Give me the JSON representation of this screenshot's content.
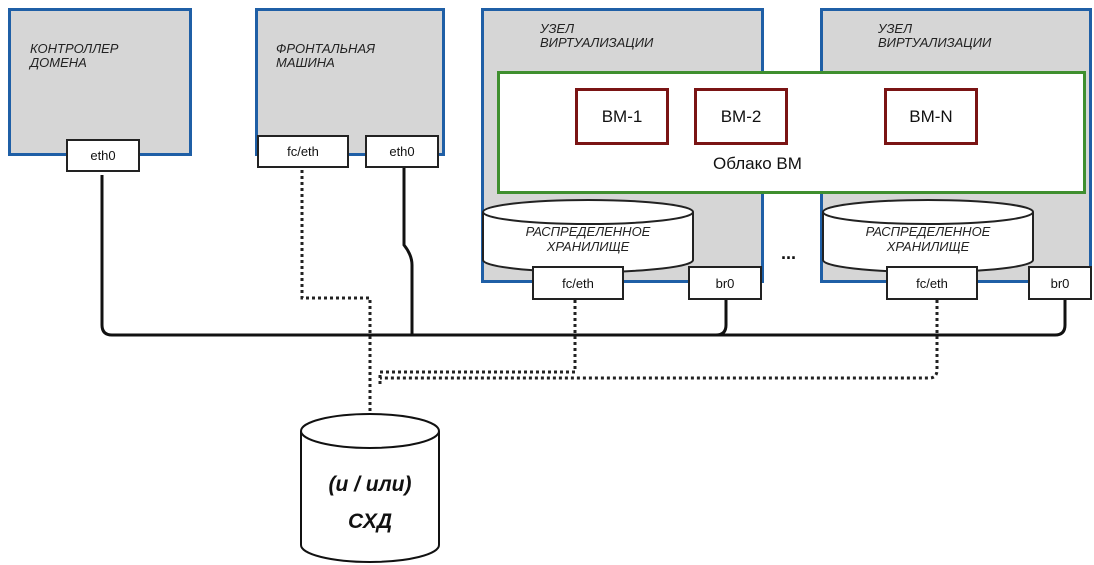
{
  "nodes": {
    "domain_controller": {
      "title": "КОНТРОЛЛЕР\nДОМЕНА",
      "port": "eth0"
    },
    "frontend": {
      "title": "ФРОНТАЛЬНАЯ\nМАШИНА",
      "port_fc": "fc/eth",
      "port_eth": "eth0"
    },
    "virt_node_1": {
      "title": "УЗЕЛ\nВИРТУАЛИЗАЦИИ",
      "storage": "РАСПРЕДЕЛЕННОЕ\nХРАНИЛИЩЕ",
      "port_fc": "fc/eth",
      "port_br": "br0"
    },
    "virt_node_2": {
      "title": "УЗЕЛ\nВИРТУАЛИЗАЦИИ",
      "storage": "РАСПРЕДЕЛЕННОЕ\nХРАНИЛИЩЕ",
      "port_fc": "fc/eth",
      "port_br": "br0"
    }
  },
  "cloud": {
    "label": "Облако ВМ",
    "vms": [
      "ВМ-1",
      "ВМ-2",
      "ВМ-N"
    ]
  },
  "ellipsis": "...",
  "storage": {
    "line1": "(и / или)",
    "line2": "СХД"
  },
  "colors": {
    "node_fill": "#d6d6d6",
    "node_border": "#1f5fa6",
    "cloud_border": "#3f8f2f",
    "vm_border": "#7a1414",
    "line": "#111111"
  }
}
